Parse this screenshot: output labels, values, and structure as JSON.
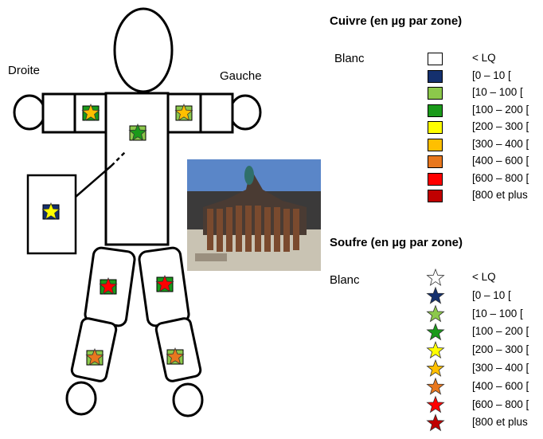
{
  "labels": {
    "right": "Droite",
    "left": "Gauche"
  },
  "copper_legend": {
    "title": "Cuivre (en µg par zone)",
    "blank_label": "Blanc",
    "items": [
      {
        "label": "< LQ",
        "color": "#ffffff"
      },
      {
        "label": "[0 – 10 [",
        "color": "#14306e"
      },
      {
        "label": "[10 – 100 [",
        "color": "#8cc84b"
      },
      {
        "label": "[100 – 200 [",
        "color": "#1a9a1a"
      },
      {
        "label": "[200 – 300 [",
        "color": "#ffff00"
      },
      {
        "label": "[300 – 400 [",
        "color": "#ffbf00"
      },
      {
        "label": "[400 – 600 [",
        "color": "#e8771e"
      },
      {
        "label": "[600 – 800 [",
        "color": "#ff0000"
      },
      {
        "label": "[800 et plus",
        "color": "#c00000"
      }
    ]
  },
  "sulfur_legend": {
    "title": "Soufre (en µg par zone)",
    "blank_label": "Blanc",
    "items": [
      {
        "label": "< LQ",
        "color": "#ffffff"
      },
      {
        "label": "[0 – 10 [",
        "color": "#14306e"
      },
      {
        "label": "[10 – 100 [",
        "color": "#8cc84b"
      },
      {
        "label": "[100 – 200 [",
        "color": "#1a9a1a"
      },
      {
        "label": "[200 – 300 [",
        "color": "#ffff00"
      },
      {
        "label": "[300 – 400 [",
        "color": "#ffbf00"
      },
      {
        "label": "[400 – 600 [",
        "color": "#e8771e"
      },
      {
        "label": "[600 – 800 [",
        "color": "#ff0000"
      },
      {
        "label": "[800 et plus",
        "color": "#c00000"
      }
    ]
  },
  "zones": {
    "right_forearm": {
      "copper": "#1a9a1a",
      "sulfur": "#ffbf00"
    },
    "left_forearm": {
      "copper": "#8cc84b",
      "sulfur": "#ffbf00"
    },
    "chest": {
      "copper": "#8cc84b",
      "sulfur": "#1a9a1a"
    },
    "inset_detail": {
      "copper": "#14306e",
      "sulfur": "#ffff00"
    },
    "right_thigh": {
      "copper": "#1a9a1a",
      "sulfur": "#ff0000"
    },
    "left_thigh": {
      "copper": "#1a9a1a",
      "sulfur": "#ff0000"
    },
    "right_shin": {
      "copper": "#8cc84b",
      "sulfur": "#e8771e"
    },
    "left_shin": {
      "copper": "#8cc84b",
      "sulfur": "#e8771e"
    }
  }
}
